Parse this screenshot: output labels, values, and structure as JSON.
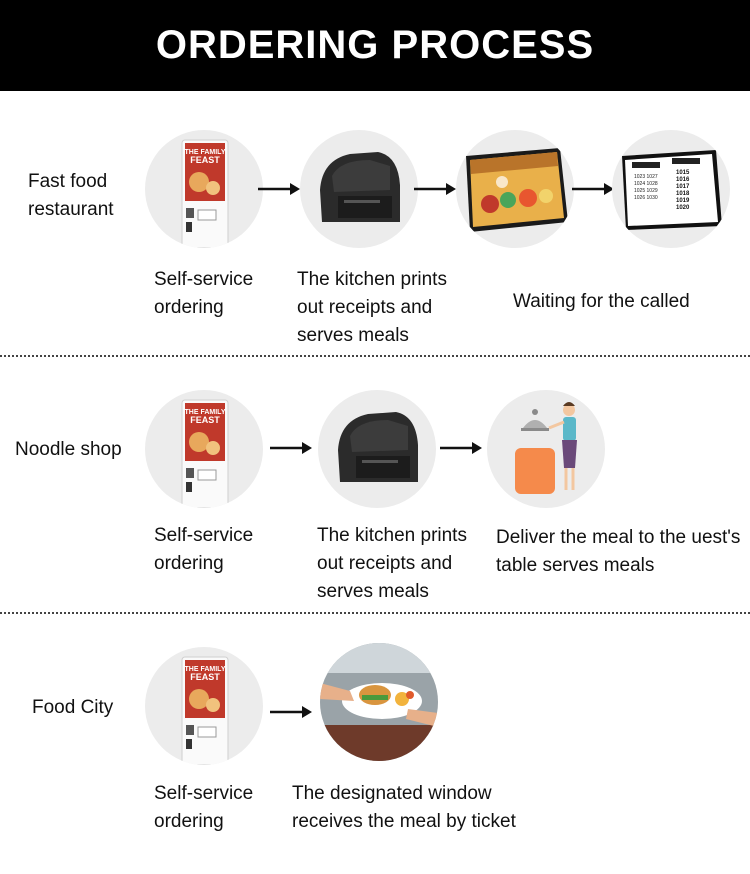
{
  "header": {
    "title": "ORDERING PROCESS"
  },
  "kiosk_screen_text": [
    "THE FAMILY",
    "FEAST"
  ],
  "sections": [
    {
      "label": "Fast food restaurant",
      "captions": [
        "Self-service ordering",
        "The kitchen prints out receipts and serves meals",
        "Waiting for the called"
      ],
      "board_numbers": [
        "1015",
        "1016",
        "1017",
        "1018",
        "1019",
        "1020"
      ]
    },
    {
      "label": "Noodle shop",
      "captions": [
        "Self-service ordering",
        "The kitchen prints out receipts and serves meals",
        "Deliver the meal to the uest's table serves meals"
      ]
    },
    {
      "label": "Food City",
      "captions": [
        "Self-service ordering",
        "The designated window receives the meal by ticket"
      ]
    }
  ],
  "colors": {
    "header_bg": "#000000",
    "circle_bg": "#ececec",
    "kiosk_screen": "#c0392b",
    "apron": "#f58a4b",
    "waiter_shirt": "#5bb8c9"
  }
}
